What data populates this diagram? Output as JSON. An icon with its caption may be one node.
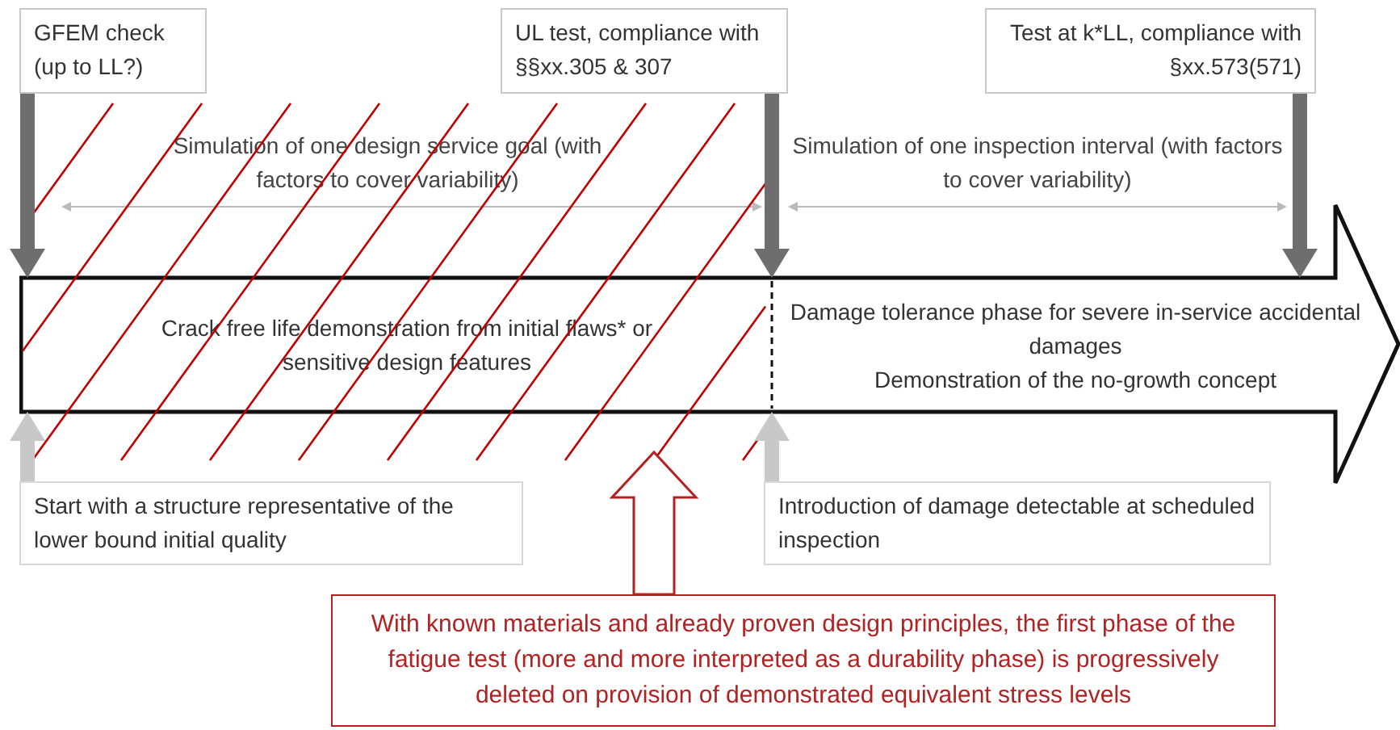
{
  "diagram": {
    "nodes": [
      {
        "text": [
          "GFEM check (up to LL?)"
        ]
      },
      {
        "text": [
          "UL test, compliance with §§xx.305 & 307"
        ]
      },
      {
        "text": [
          "Test at k*LL, compliance with §xx.573(571)"
        ]
      },
      {
        "text": [],
        "shape": "arrow"
      },
      {
        "text": [
          "Crack free life demonstration from initial flaws* or sensitive design features"
        ],
        "in": 3
      },
      {
        "text": [
          "Damage tolerance phase for severe in-service accidental damages",
          "Demonstration of the no-growth concept"
        ],
        "in": 3
      },
      {
        "text": [
          "Start with a structure representative of the lower bound initial quality"
        ]
      },
      {
        "text": [
          "Introduction of damage detectable at scheduled inspection"
        ]
      },
      {
        "text": [
          "With known materials and already proven design principles, the first phase of the fatigue test (more and more interpreted as a durability phase) is progressively deleted on provision of demonstrated equivalent stress levels"
        ]
      }
    ],
    "edges": [
      {
        "from": 0,
        "to": 3,
        "arrow": "to",
        "style": "thick"
      },
      {
        "from": 1,
        "to": 3,
        "arrow": "to",
        "style": "thick"
      },
      {
        "from": 2,
        "to": 3,
        "arrow": "to",
        "style": "thick"
      },
      {
        "from": 6,
        "to": 3,
        "arrow": "to",
        "style": "thick",
        "color": "#c8c8c8"
      },
      {
        "from": 7,
        "to": 3,
        "arrow": "to",
        "style": "thick",
        "color": "#c8c8c8"
      },
      {
        "from": 8,
        "to": 3,
        "arrow": "to",
        "style": "thick",
        "color": "#b22222"
      }
    ],
    "labels": [
      "Simulation of one design service goal (with factors to cover variability)",
      "Simulation of one inspection interval (with factors to cover variability)"
    ]
  }
}
